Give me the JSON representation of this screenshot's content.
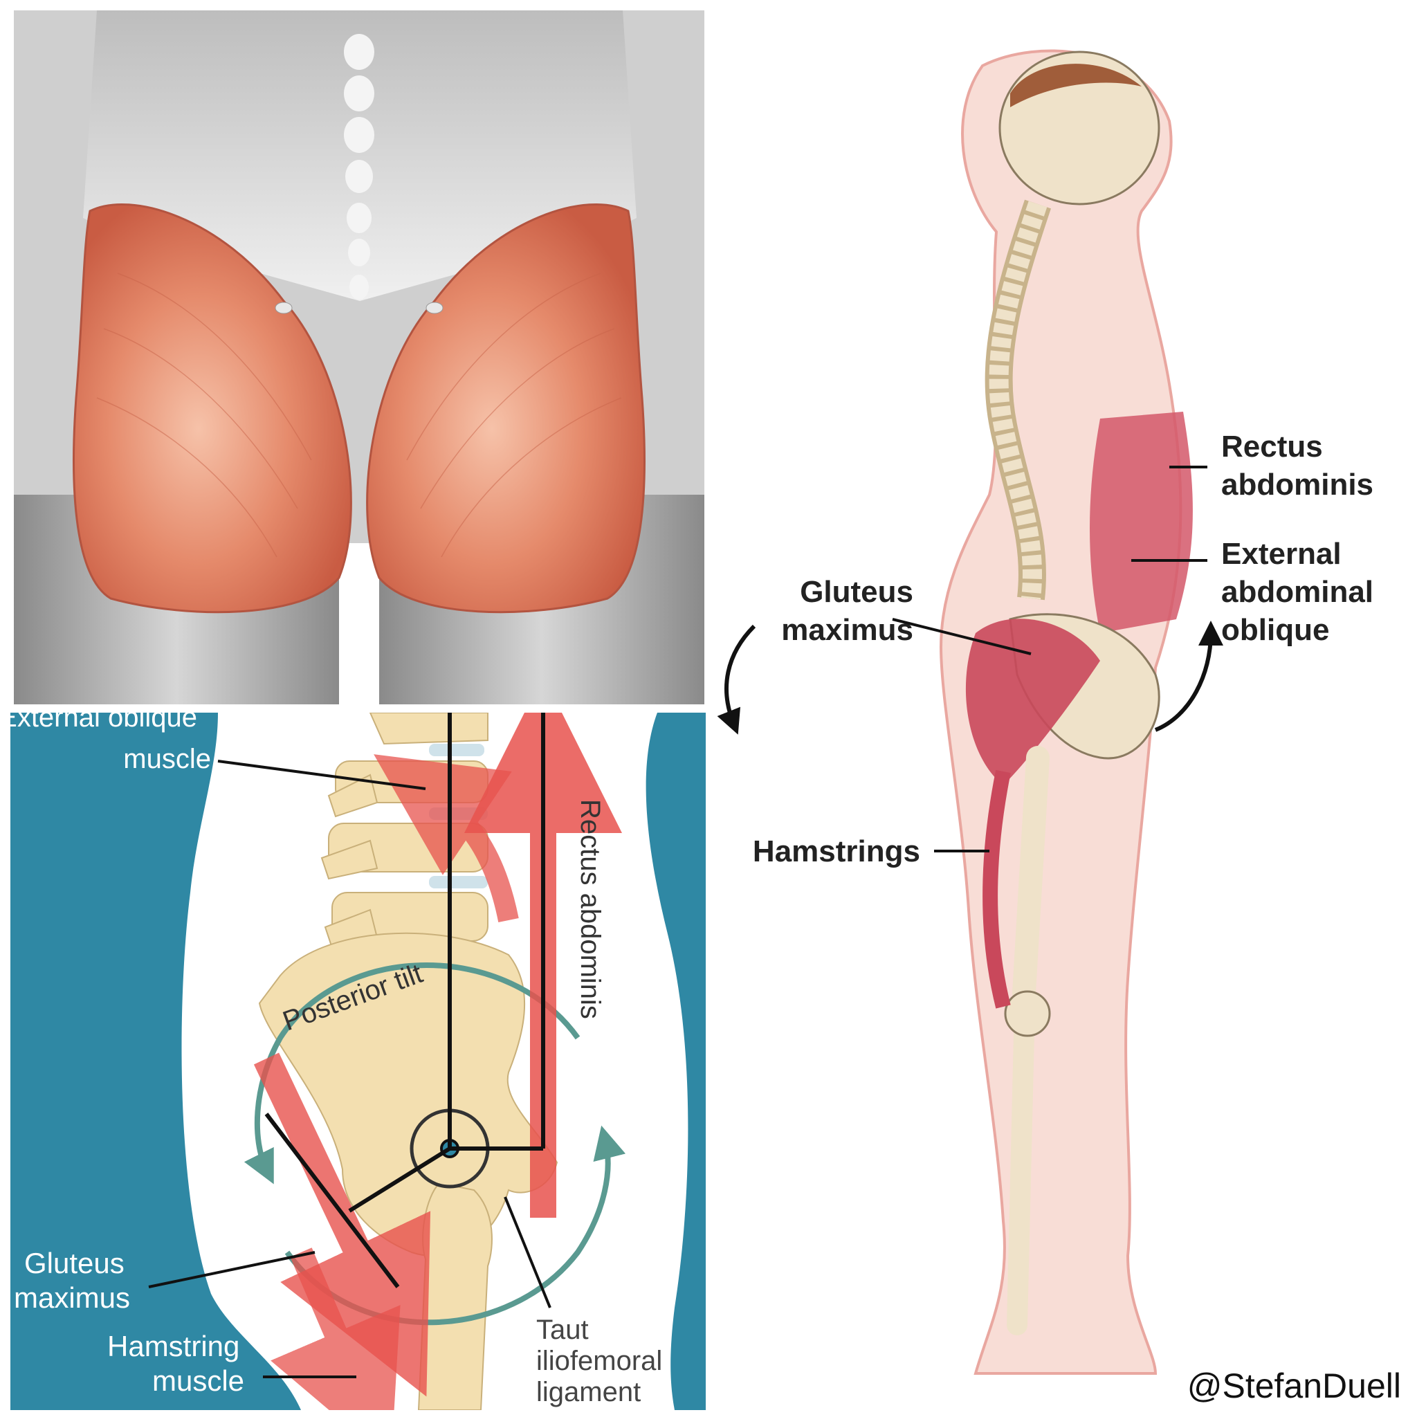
{
  "glutes_panel": {},
  "tilt_panel": {
    "labels": {
      "external_oblique_1": "External oblique",
      "external_oblique_2": "muscle",
      "rectus_abdominis": "Rectus abdominis",
      "posterior_tilt": "Posterior tilt",
      "gluteus_1": "Gluteus",
      "gluteus_2": "maximus",
      "hamstring_1": "Hamstring",
      "hamstring_2": "muscle",
      "taut_1": "Taut",
      "taut_2": "iliofemoral",
      "taut_3": "ligament"
    }
  },
  "side_panel": {
    "labels": {
      "rectus_1": "Rectus",
      "rectus_2": "abdominis",
      "external_1": "External",
      "external_2": "abdominal",
      "external_3": "oblique",
      "gluteus_1": "Gluteus",
      "gluteus_2": "maximus",
      "hamstrings": "Hamstrings"
    }
  },
  "credit": "@StefanDuell",
  "colors": {
    "muscle": "#e0735a",
    "bone": "#f3dfb0",
    "teal_bg": "#2f88a4",
    "arrow_red": "#e8534e",
    "teal_arrow": "#5a9a91",
    "skin": "#f6cfc7"
  }
}
